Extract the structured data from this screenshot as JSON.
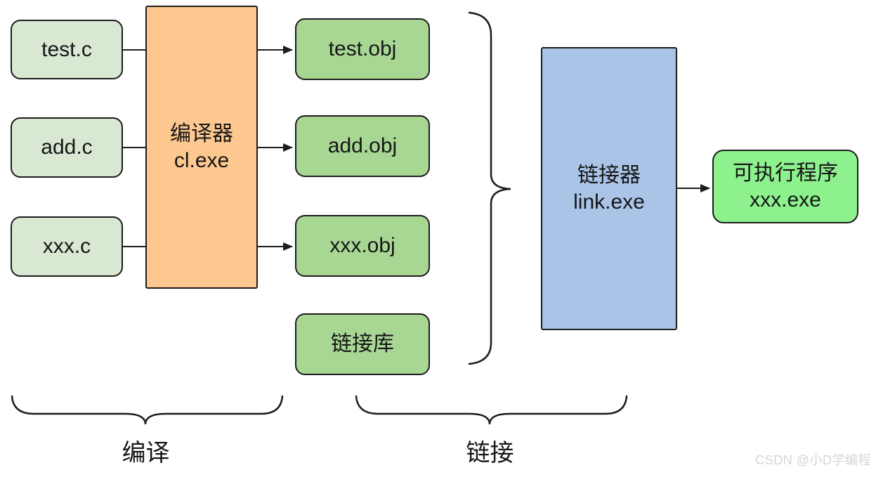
{
  "diagram": {
    "source_files": [
      {
        "label": "test.c"
      },
      {
        "label": "add.c"
      },
      {
        "label": "xxx.c"
      }
    ],
    "compiler": {
      "line1": "编译器",
      "line2": "cl.exe"
    },
    "object_files": [
      {
        "label": "test.obj"
      },
      {
        "label": "add.obj"
      },
      {
        "label": "xxx.obj"
      }
    ],
    "library": {
      "label": "链接库"
    },
    "linker": {
      "line1": "链接器",
      "line2": "link.exe"
    },
    "executable": {
      "line1": "可执行程序",
      "line2": "xxx.exe"
    },
    "stage_labels": {
      "compile": "编译",
      "link": "链接"
    },
    "watermark": "CSDN @小D学编程",
    "colors": {
      "source_box_fill": "#d9e8d3",
      "object_box_fill": "#a8d794",
      "compiler_box_fill": "#fdc88f",
      "linker_box_fill": "#aac4e8",
      "executable_box_fill": "#8df18d",
      "stroke": "#1c1c1c",
      "watermark_gray": "#d5d5d5"
    }
  }
}
